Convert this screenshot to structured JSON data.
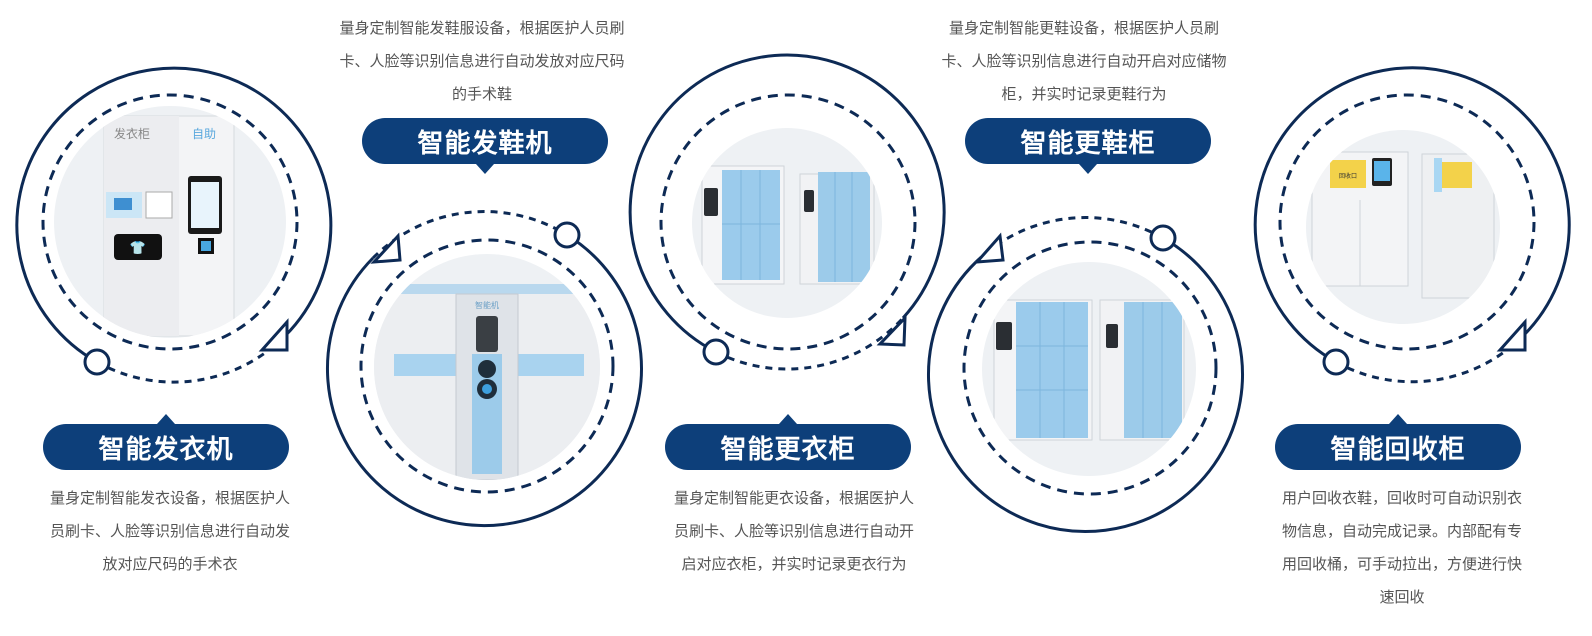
{
  "colors": {
    "accent": "#0d3f7a",
    "locker_blue": "#8ec6e8",
    "cabinet_white": "#f1f2f4"
  },
  "items": [
    {
      "title": "智能发衣机",
      "desc": [
        "量身定制智能发衣设备，根据医护人",
        "员刷卡、人脸等识别信息进行自动发",
        "放对应尺码的手术衣"
      ],
      "machine_label_1": "发衣柜",
      "machine_label_2": "自助"
    },
    {
      "title": "智能发鞋机",
      "desc": [
        "量身定制智能发鞋服设备，根据医护人员刷",
        "卡、人脸等识别信息进行自动发放对应尺码",
        "的手术鞋"
      ],
      "machine_label": "智能机"
    },
    {
      "title": "智能更衣柜",
      "desc": [
        "量身定制智能更衣设备，根据医护人",
        "员刷卡、人脸等识别信息进行自动开",
        "启对应衣柜，并实时记录更衣行为"
      ]
    },
    {
      "title": "智能更鞋柜",
      "desc": [
        "量身定制智能更鞋设备，根据医护人员刷",
        "卡、人脸等识别信息进行自动开启对应储物",
        "柜，并实时记录更鞋行为"
      ]
    },
    {
      "title": "智能回收柜",
      "desc": [
        "用户回收衣鞋，回收时可自动识别衣",
        "物信息，自动完成记录。内部配有专",
        "用回收桶，可手动拉出，方便进行快",
        "速回收"
      ],
      "machine_label": "回收口"
    }
  ]
}
